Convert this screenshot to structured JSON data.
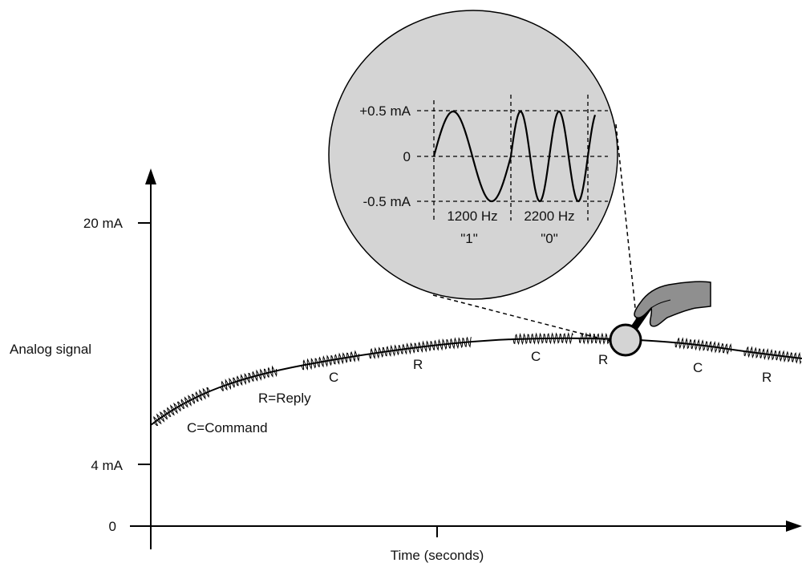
{
  "y_axis": {
    "title": "Analog signal",
    "ticks": [
      "20 mA",
      "4 mA",
      "0"
    ]
  },
  "x_axis": {
    "title": "Time (seconds)"
  },
  "legend": {
    "command": "C=Command",
    "reply": "R=Reply"
  },
  "packet_labels": [
    "C",
    "R",
    "C",
    "R",
    "C",
    "R"
  ],
  "inset": {
    "levels": [
      "+0.5 mA",
      "0",
      "-0.5 mA"
    ],
    "freq_1": "1200 Hz",
    "bit_1": "\"1\"",
    "freq_0": "2200 Hz",
    "bit_0": "\"0\""
  },
  "colors": {
    "lens_fill": "#d4d4d4",
    "line": "#000000",
    "hand": "#8f8f8f"
  },
  "icons": [
    "hand-icon",
    "magnifier-icon"
  ]
}
